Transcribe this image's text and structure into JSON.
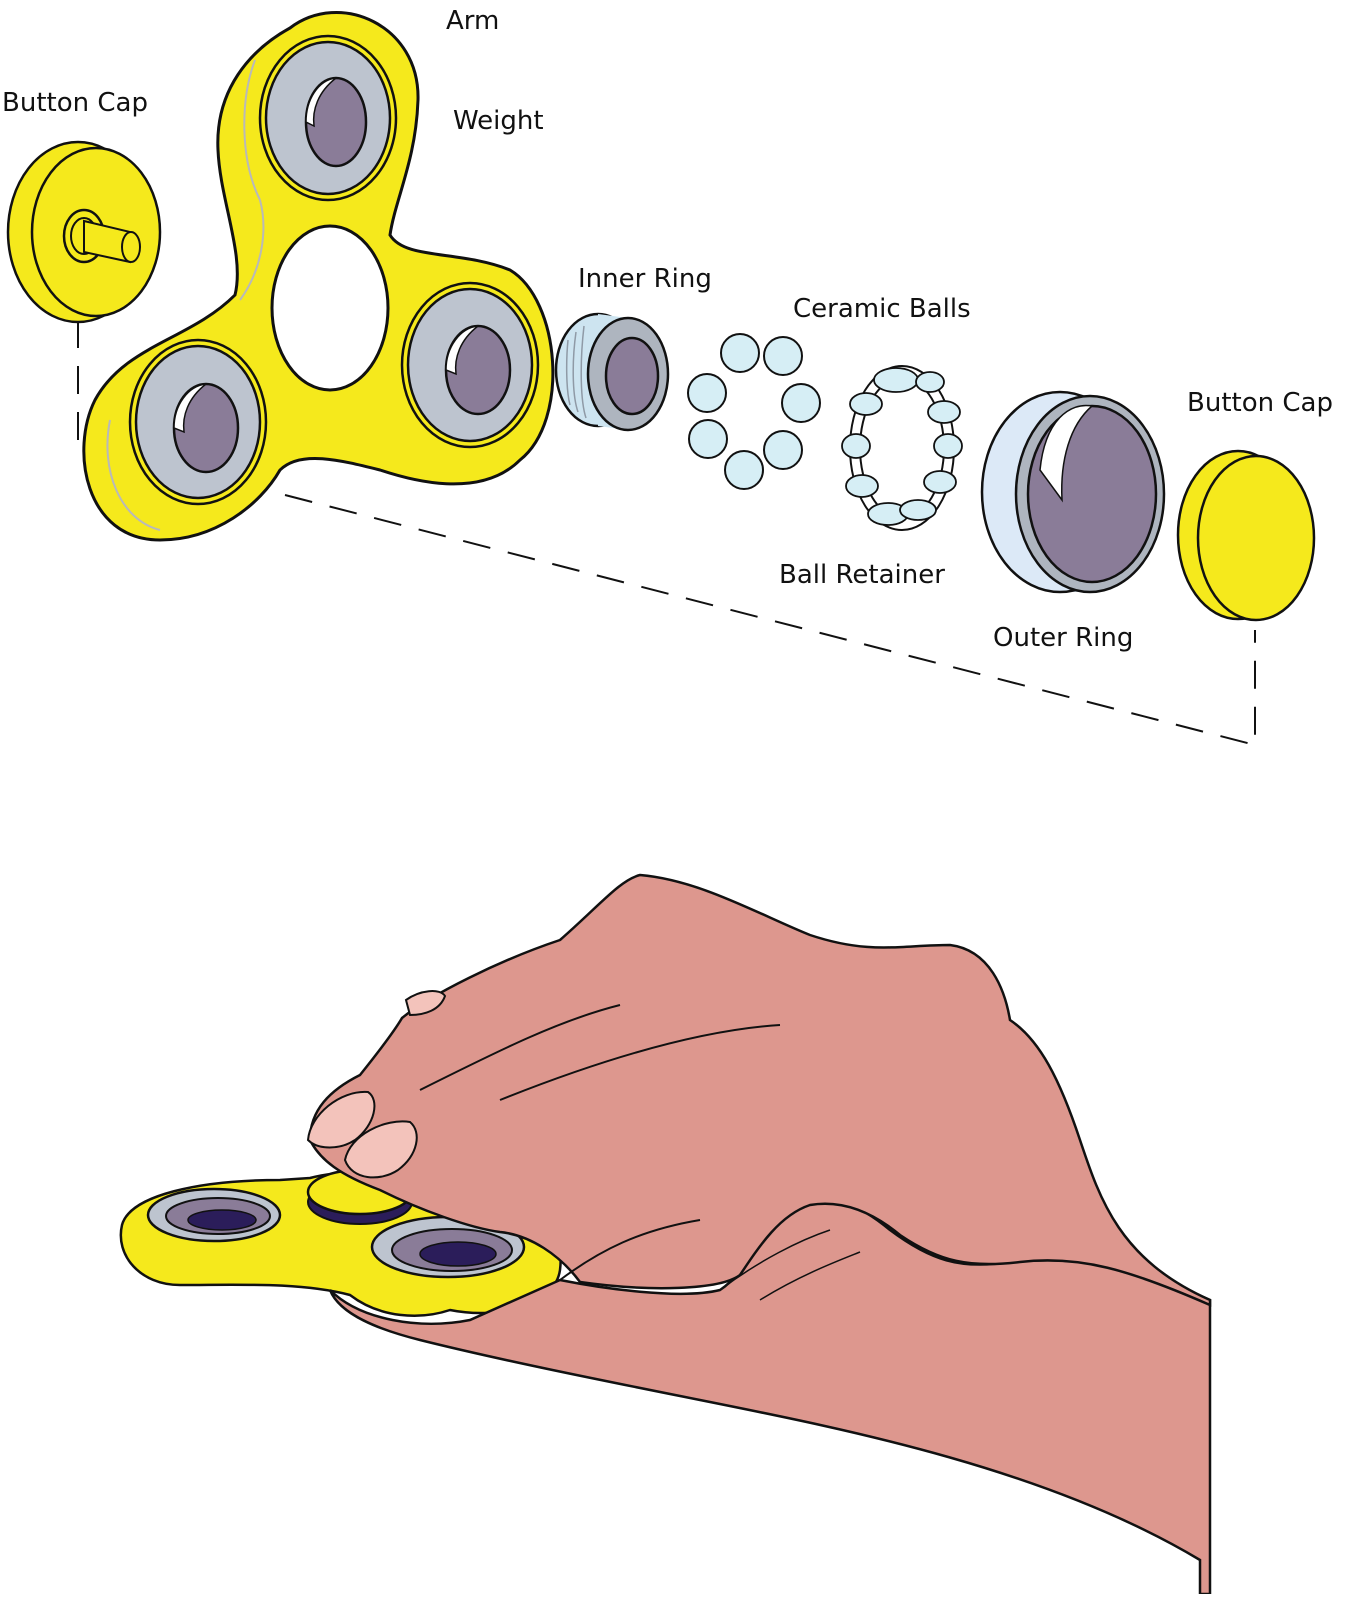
{
  "labels": {
    "button_cap_left": "Button Cap",
    "arm": "Arm",
    "weight": "Weight",
    "inner_ring": "Inner Ring",
    "ceramic_balls": "Ceramic Balls",
    "button_cap_right": "Button Cap",
    "ball_retainer": "Ball Retainer",
    "outer_ring": "Outer Ring"
  },
  "colors": {
    "yellow": "#f5e91c",
    "gray_ring": "#bdc4cf",
    "purple": "#8a7c98",
    "dark_purple": "#2b1d5a",
    "ball_blue": "#d6eef5",
    "outer_ring_blue": "#dce9f7",
    "skin": "#dd978e",
    "nail": "#f3c3bb",
    "outline": "#111111"
  }
}
